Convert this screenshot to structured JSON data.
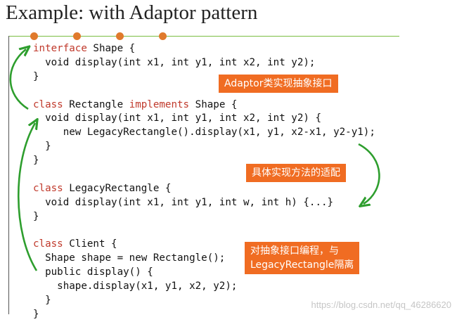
{
  "slide": {
    "title": "Example: with Adaptor pattern"
  },
  "code": [
    [
      {
        "t": "interface",
        "kw": true
      },
      {
        "t": " Shape {"
      }
    ],
    [
      {
        "t": "  void display(int x1, int y1, int x2, int y2);"
      }
    ],
    [
      {
        "t": "}"
      }
    ],
    [
      {
        "t": ""
      }
    ],
    [
      {
        "t": "class",
        "kw": true
      },
      {
        "t": " Rectangle "
      },
      {
        "t": "implements",
        "kw": true
      },
      {
        "t": " Shape {"
      }
    ],
    [
      {
        "t": "  void display(int x1, int y1, int x2, int y2) {"
      }
    ],
    [
      {
        "t": "     new LegacyRectangle().display(x1, y1, x2-x1, y2-y1);"
      }
    ],
    [
      {
        "t": "  }"
      }
    ],
    [
      {
        "t": "}"
      }
    ],
    [
      {
        "t": ""
      }
    ],
    [
      {
        "t": "class",
        "kw": true
      },
      {
        "t": " LegacyRectangle {"
      }
    ],
    [
      {
        "t": "  void display(int x1, int y1, int w, int h) {...}"
      }
    ],
    [
      {
        "t": "}"
      }
    ],
    [
      {
        "t": ""
      }
    ],
    [
      {
        "t": "class",
        "kw": true
      },
      {
        "t": " Client {"
      }
    ],
    [
      {
        "t": "  Shape shape = new Rectangle();"
      }
    ],
    [
      {
        "t": "  public display() {"
      }
    ],
    [
      {
        "t": "    shape.display(x1, y1, x2, y2);"
      }
    ],
    [
      {
        "t": "  }"
      }
    ],
    [
      {
        "t": "}"
      }
    ]
  ],
  "callouts": {
    "adaptor": "Adaptor类实现抽象接口",
    "concrete_line1": "具体实现方法的适配",
    "client_line1": "对抽象接口编程，与",
    "client_line2": "LegacyRectangle隔离"
  },
  "watermark": "https://blog.csdn.net/qq_46286620",
  "colors": {
    "keyword": "#c0392b",
    "callout_bg": "#f06c22",
    "arrow": "#2e9e2e",
    "rule": "#7bbd42",
    "dot": "#e07a2c"
  }
}
